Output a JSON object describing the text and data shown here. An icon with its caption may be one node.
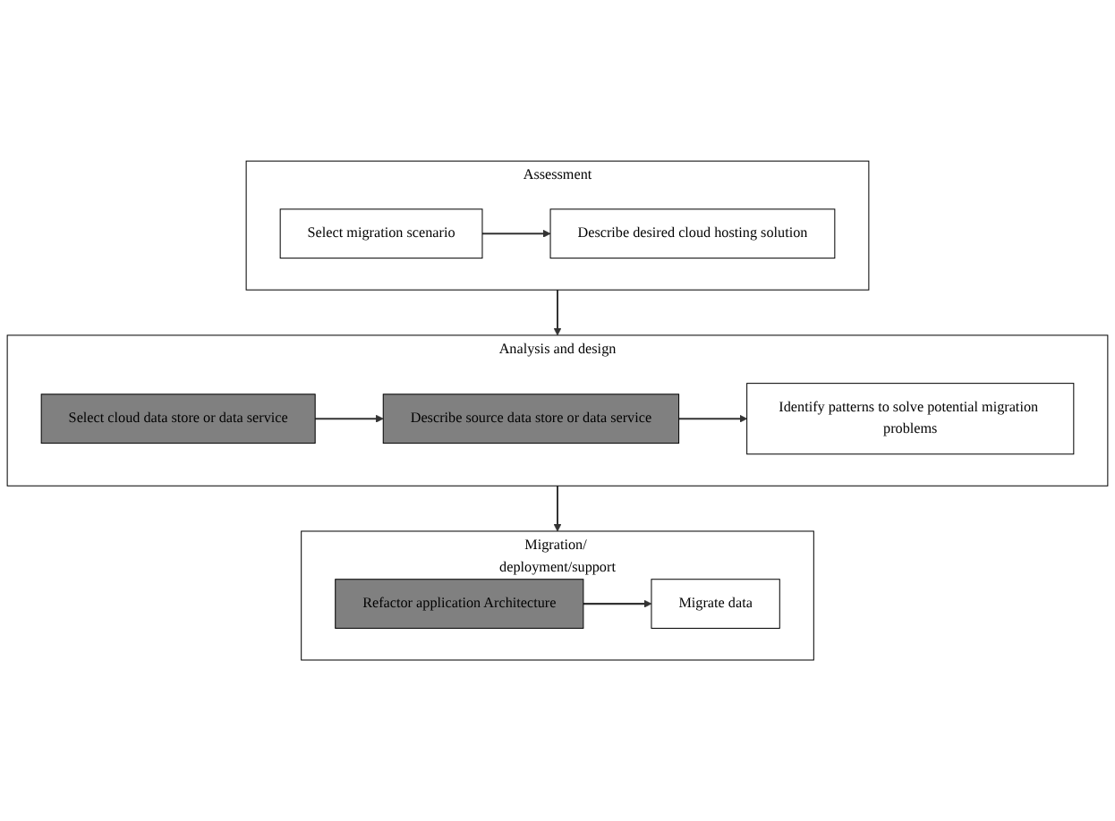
{
  "diagram": {
    "nodes": [
      {
        "text": [
          "Assessment"
        ]
      },
      {
        "text": [
          "Select migration scenario"
        ],
        "in": 0
      },
      {
        "text": [
          "Describe desired cloud hosting solution"
        ],
        "in": 0
      },
      {
        "text": [
          "Analysis and design"
        ]
      },
      {
        "text": [
          "Identify patterns to solve potential migration problems"
        ],
        "in": 3
      },
      {
        "text": [
          "Describe source data store or data service"
        ],
        "in": 3
      },
      {
        "text": [
          "Select cloud data store or data service"
        ],
        "in": 3
      },
      {
        "text": [
          "Migration/ deployment/support"
        ]
      },
      {
        "text": [
          "Refactor application Architecture"
        ],
        "in": 7
      },
      {
        "text": [
          "Migrate data"
        ],
        "in": 7
      }
    ],
    "edges": [
      {
        "from": 1,
        "to": 2,
        "arrow": "to"
      },
      {
        "from": 0,
        "to": 3,
        "arrow": "to"
      },
      {
        "from": 6,
        "to": 5,
        "arrow": "to"
      },
      {
        "from": 5,
        "to": 4,
        "arrow": "to"
      },
      {
        "from": 3,
        "to": 7,
        "arrow": "to"
      },
      {
        "from": 8,
        "to": 9,
        "arrow": "to"
      }
    ]
  }
}
